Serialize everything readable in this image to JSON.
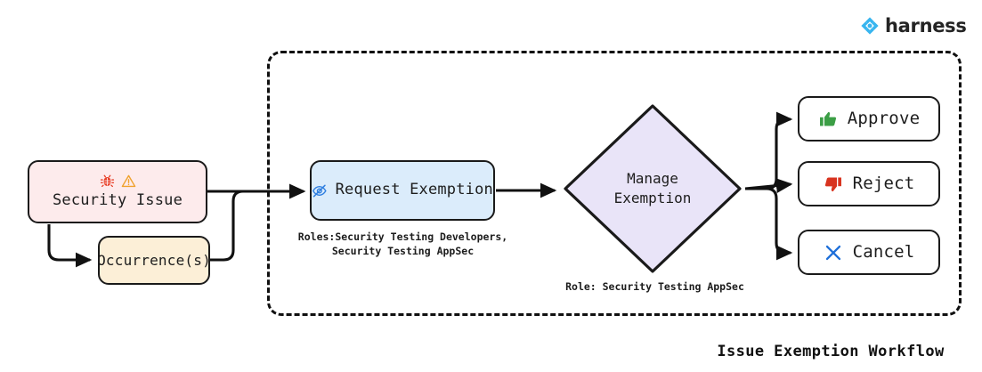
{
  "brand": {
    "name": "harness",
    "logo_icon": "harness-diamond-logo-icon",
    "color": "#38b5ef"
  },
  "diagram": {
    "title": "Issue Exemption Workflow",
    "group_container": {
      "style": "dashed",
      "border_color": "#101010"
    },
    "nodes": [
      {
        "id": "security-issue",
        "label": "Security Issue",
        "shape": "rounded-rect",
        "fill": "#fdebec",
        "stroke": "#1a1a1a",
        "icons": [
          "bug-icon",
          "warning-triangle-icon"
        ],
        "icon_colors": [
          "#e8412a",
          "#f0a22e"
        ]
      },
      {
        "id": "occurrences",
        "label": "Occurrence(s)",
        "shape": "rounded-rect",
        "fill": "#fcefd7",
        "stroke": "#1a1a1a"
      },
      {
        "id": "request-exemption",
        "label": "Request Exemption",
        "shape": "rounded-rect",
        "fill": "#dbecfb",
        "stroke": "#1a1a1a",
        "icon": "eye-slash-icon",
        "icon_color": "#2f7fe0"
      },
      {
        "id": "manage-exemption",
        "label": "Manage\nExemption",
        "shape": "diamond",
        "fill": "#e9e4f8",
        "stroke": "#1a1a1a"
      },
      {
        "id": "approve",
        "label": "Approve",
        "shape": "rounded-rect",
        "fill": "#ffffff",
        "stroke": "#1a1a1a",
        "icon": "thumbs-up-icon",
        "icon_color": "#3b9e45"
      },
      {
        "id": "reject",
        "label": "Reject",
        "shape": "rounded-rect",
        "fill": "#ffffff",
        "stroke": "#1a1a1a",
        "icon": "thumbs-down-icon",
        "icon_color": "#d8331f"
      },
      {
        "id": "cancel",
        "label": "Cancel",
        "shape": "rounded-rect",
        "fill": "#ffffff",
        "stroke": "#1a1a1a",
        "icon": "x-cross-icon",
        "icon_color": "#1e6fd9"
      }
    ],
    "captions": {
      "request_exemption": "Roles:Security Testing Developers,\nSecurity Testing AppSec",
      "manage_exemption": "Role: Security Testing AppSec"
    },
    "edges": [
      {
        "from": "security-issue",
        "to": "request-exemption"
      },
      {
        "from": "security-issue",
        "to": "occurrences"
      },
      {
        "from": "occurrences",
        "to": "request-exemption"
      },
      {
        "from": "request-exemption",
        "to": "manage-exemption"
      },
      {
        "from": "manage-exemption",
        "to": "approve"
      },
      {
        "from": "manage-exemption",
        "to": "reject"
      },
      {
        "from": "manage-exemption",
        "to": "cancel"
      }
    ]
  }
}
